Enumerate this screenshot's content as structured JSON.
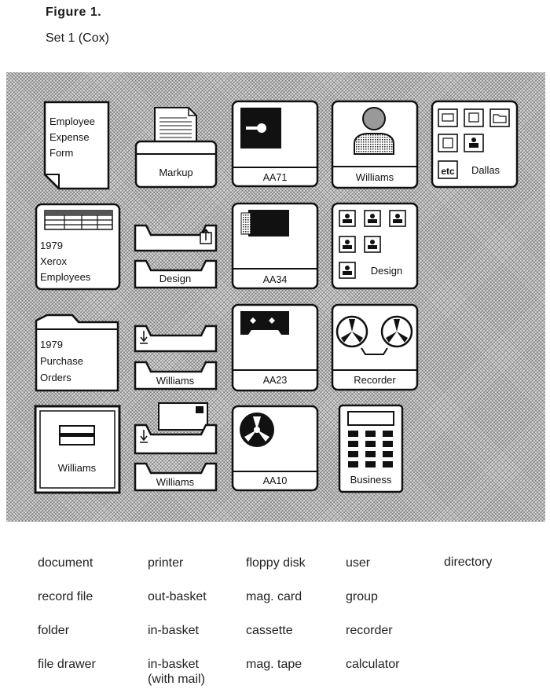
{
  "figure_title": "Figure 1.",
  "figure_subtitle": "Set 1 (Cox)",
  "icons": {
    "document": [
      "Employee",
      "Expense",
      "Form"
    ],
    "printer": "Markup",
    "floppy_1": "AA71",
    "user": "Williams",
    "directory": "Dallas",
    "directory_etc": "etc",
    "record_file": [
      "1979",
      "Xerox",
      "Employees"
    ],
    "out_basket": "Design",
    "mag_card": "AA34",
    "group": "Design",
    "folder": [
      "1979",
      "Purchase",
      "Orders"
    ],
    "in_basket": "Williams",
    "cassette": "AA23",
    "recorder": "Recorder",
    "file_drawer": "Williams",
    "in_basket_mail": "Williams",
    "mag_tape": "AA10",
    "calculator": "Business"
  },
  "captions": [
    [
      "document",
      "printer",
      "floppy disk",
      "user",
      "directory"
    ],
    [
      "record file",
      "out-basket",
      "mag. card",
      "group",
      ""
    ],
    [
      "folder",
      "in-basket",
      "cassette",
      "recorder",
      ""
    ],
    [
      "file drawer",
      "in-basket\n(with mail)",
      "mag. tape",
      "calculator",
      ""
    ]
  ]
}
